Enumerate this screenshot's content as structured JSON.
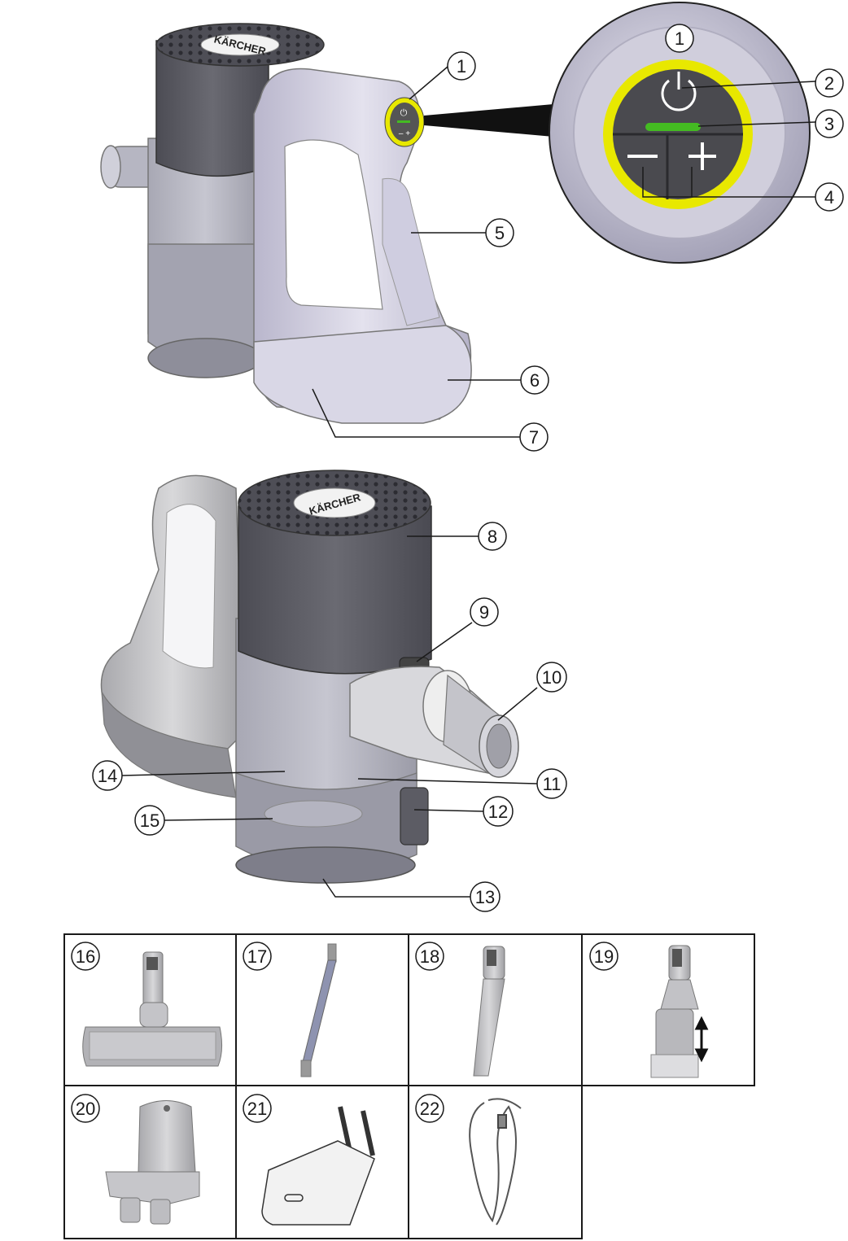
{
  "brand": "KÄRCHER",
  "callouts": {
    "c1": "1",
    "c1z": "1",
    "c2": "2",
    "c3": "3",
    "c4": "4",
    "c5": "5",
    "c6": "6",
    "c7": "7",
    "c8": "8",
    "c9": "9",
    "c10": "10",
    "c11": "11",
    "c12": "12",
    "c13": "13",
    "c14": "14",
    "c15": "15"
  },
  "accessories": [
    "16",
    "17",
    "18",
    "19",
    "20",
    "21",
    "22"
  ],
  "colors": {
    "indicator_ring": "#e8e800",
    "led": "#44bb22",
    "body_light": "#c9c7d8",
    "body_dark": "#5a5a62"
  }
}
